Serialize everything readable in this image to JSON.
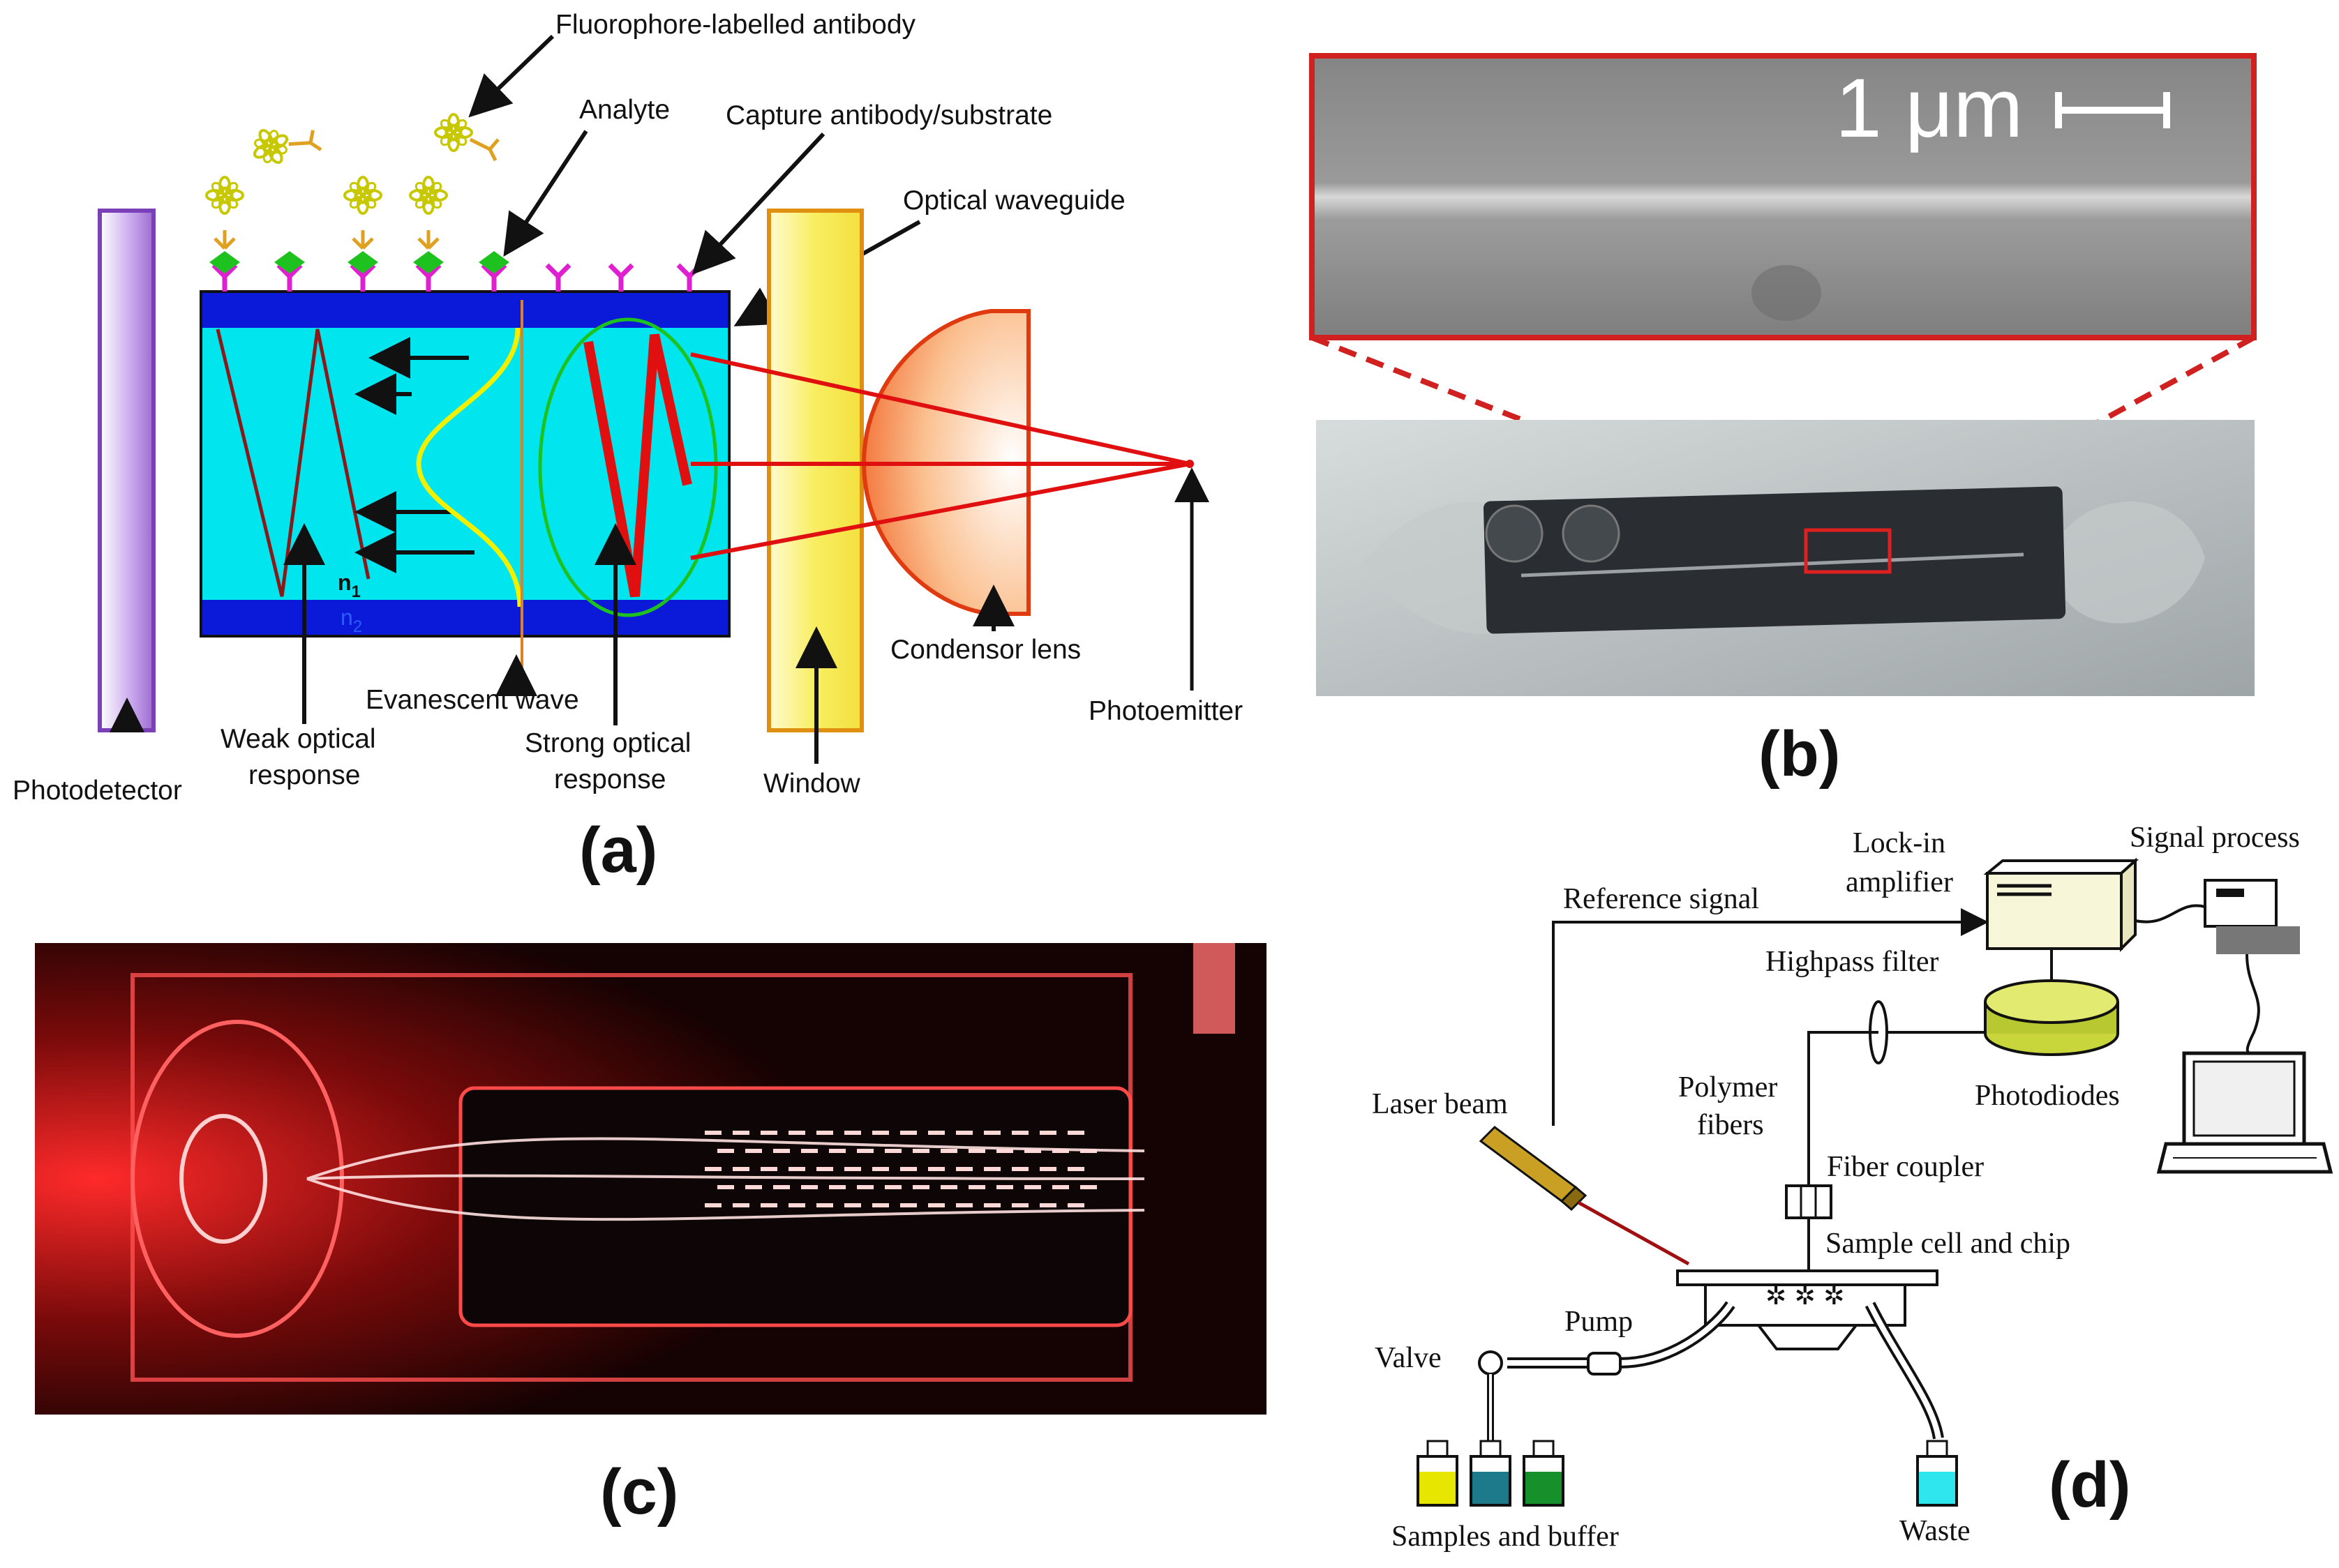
{
  "panels": {
    "a": {
      "letter": "(a)",
      "labels": {
        "fluorophore": "Fluorophore-labelled antibody",
        "analyte": "Analyte",
        "capture": "Capture antibody/substrate",
        "waveguide": "Optical waveguide",
        "n1": "n",
        "n1_sub": "1",
        "n2": "n",
        "n2_sub": "2",
        "evanescent": "Evanescent wave",
        "weak_1": "Weak optical",
        "weak_2": "response",
        "strong_1": "Strong optical",
        "strong_2": "response",
        "photodetector": "Photodetector",
        "window": "Window",
        "condensor": "Condensor lens",
        "photoemitter": "Photoemitter"
      }
    },
    "b": {
      "letter": "(b)",
      "scale_label": "1 μm"
    },
    "c": {
      "letter": "(c)"
    },
    "d": {
      "letter": "(d)",
      "labels": {
        "lockin_1": "Lock-in",
        "lockin_2": "amplifier",
        "signal_process": "Signal process",
        "reference": "Reference signal",
        "highpass": "Highpass filter",
        "polymer_1": "Polymer",
        "polymer_2": "fibers",
        "photodiodes": "Photodiodes",
        "laser": "Laser beam",
        "coupler": "Fiber coupler",
        "sample_cell": "Sample cell and chip",
        "pump": "Pump",
        "valve": "Valve",
        "samples": "Samples and buffer",
        "waste": "Waste"
      }
    }
  },
  "colors": {
    "waveguide_core": "#00e5ee",
    "cladding": "#0a1ad8",
    "receptor": "#e020d0",
    "analyte": "#1ec21e",
    "antibody": "#e0a020",
    "fluorophore": "#c8c800",
    "light": "#e01010",
    "evanescent": "#f0f000",
    "detector": "#b890e0",
    "window": "#f7ef80",
    "lens": "#f8a070",
    "scope_frame": "#d02020"
  }
}
